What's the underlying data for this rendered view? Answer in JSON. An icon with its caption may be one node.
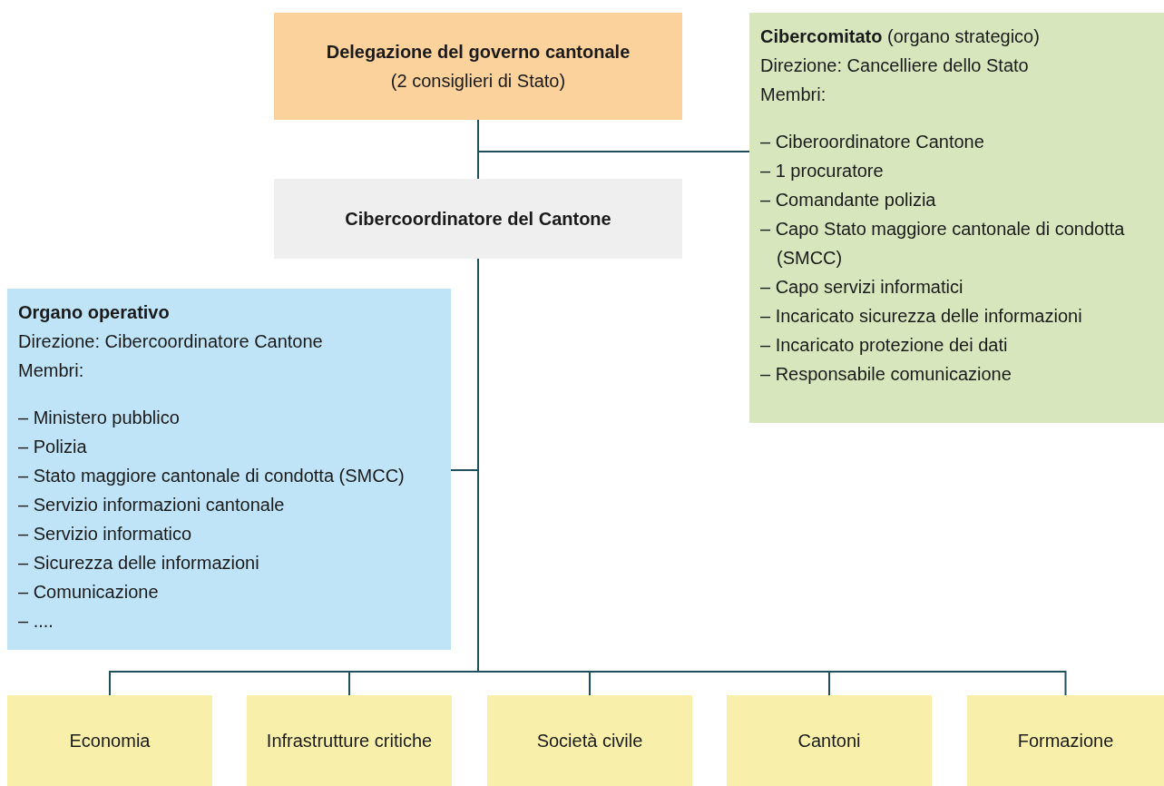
{
  "diagram": {
    "nodes": [
      {
        "text": [
          "Delegazione del governo cantonale",
          "(2 consiglieri di Stato)"
        ]
      },
      {
        "text": [
          "**Cibercomitato** (organo strategico)",
          "Direzione: Cancelliere dello Stato",
          "Membri:",
          "– Ciberoordinatore Cantone",
          "– 1 procuratore",
          "– Comandante polizia",
          "– Capo Stato maggiore cantonale di condotta (SMCC)",
          "– Capo servizi informatici",
          "– Incaricato sicurezza delle informazioni",
          "– Incaricato protezione dei dati",
          "– Responsabile comunicazione"
        ]
      },
      {
        "text": [
          "Cibercoordinatore del Cantone"
        ]
      },
      {
        "text": [
          "Organo operativo",
          "Direzione: Cibercoordinatore Cantone",
          "Membri:",
          "– Ministero pubblico",
          "– Polizia",
          "– Stato maggiore cantonale di condotta (SMCC)",
          "– Servizio informazioni cantonale",
          "– Servizio informatico",
          "– Sicurezza delle informazioni",
          "– Comunicazione",
          "– ...."
        ]
      },
      {
        "text": [
          "Economia"
        ]
      },
      {
        "text": [
          "Infrastrutture critiche"
        ]
      },
      {
        "text": [
          "Società civile"
        ]
      },
      {
        "text": [
          "Cantoni"
        ]
      },
      {
        "text": [
          "Formazione"
        ]
      }
    ],
    "edges": [
      {
        "from": 0,
        "to": 2,
        "arrow": "none"
      },
      {
        "from": 0,
        "to": 1,
        "arrow": "none"
      },
      {
        "from": 2,
        "to": 3,
        "arrow": "none"
      },
      {
        "from": 2,
        "to": 4,
        "arrow": "none"
      },
      {
        "from": 2,
        "to": 5,
        "arrow": "none"
      },
      {
        "from": 2,
        "to": 6,
        "arrow": "none"
      },
      {
        "from": 2,
        "to": 7,
        "arrow": "none"
      },
      {
        "from": 2,
        "to": 8,
        "arrow": "none"
      }
    ]
  }
}
